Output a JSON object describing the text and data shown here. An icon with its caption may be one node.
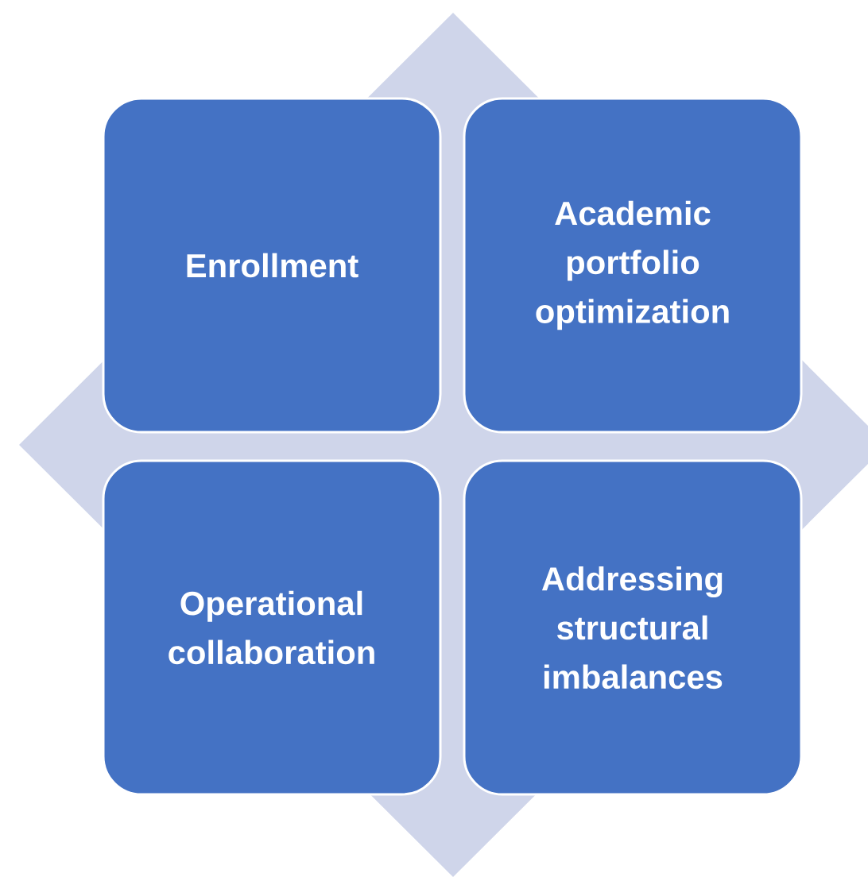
{
  "diagram": {
    "nodes": [
      {
        "text": [
          "Enrollment"
        ]
      },
      {
        "text": [
          "Academic portfolio optimization"
        ]
      },
      {
        "text": [
          "Operational collaboration"
        ]
      },
      {
        "text": [
          "Addressing structural imbalances"
        ]
      }
    ]
  }
}
